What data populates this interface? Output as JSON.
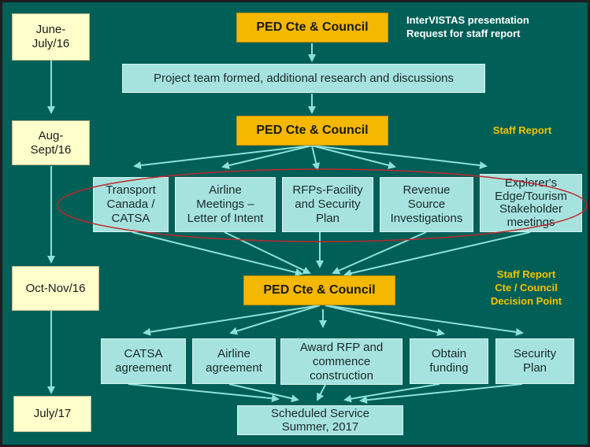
{
  "timeline": [
    {
      "label": "June-\nJuly/16"
    },
    {
      "label": "Aug-\nSept/16"
    },
    {
      "label": "Oct-Nov/16"
    },
    {
      "label": "July/17"
    }
  ],
  "stage1": {
    "council": "PED Cte & Council",
    "note": "InterVISTAS presentation\nRequest for staff report",
    "project_team": "Project team formed, additional research and discussions"
  },
  "stage2": {
    "council": "PED Cte & Council",
    "note": "Staff Report",
    "tasks": [
      {
        "label": "Transport\nCanada /\nCATSA"
      },
      {
        "label": "Airline\nMeetings –\nLetter of Intent"
      },
      {
        "label": "RFPs-Facility\nand Security\nPlan"
      },
      {
        "label": "Revenue\nSource\nInvestigations"
      },
      {
        "label": "Explorer's\nEdge/Tourism\nStakeholder\nmeetings"
      }
    ]
  },
  "stage3": {
    "council": "PED Cte & Council",
    "note": "Staff Report\nCte / Council\nDecision Point",
    "tasks": [
      {
        "label": "CATSA\nagreement"
      },
      {
        "label": "Airline\nagreement"
      },
      {
        "label": "Award RFP and\ncommence\nconstruction"
      },
      {
        "label": "Obtain\nfunding"
      },
      {
        "label": "Security\nPlan"
      }
    ],
    "final": "Scheduled Service\nSummer, 2017"
  },
  "colors": {
    "background": "#005f57",
    "timeline_fill": "#ffffcc",
    "council_fill": "#f5b800",
    "step_fill": "#a6e3df",
    "arrow": "#8ee0db",
    "highlight_ellipse": "#c0282d",
    "note_white": "#ffffff",
    "note_gold": "#f5c400"
  }
}
